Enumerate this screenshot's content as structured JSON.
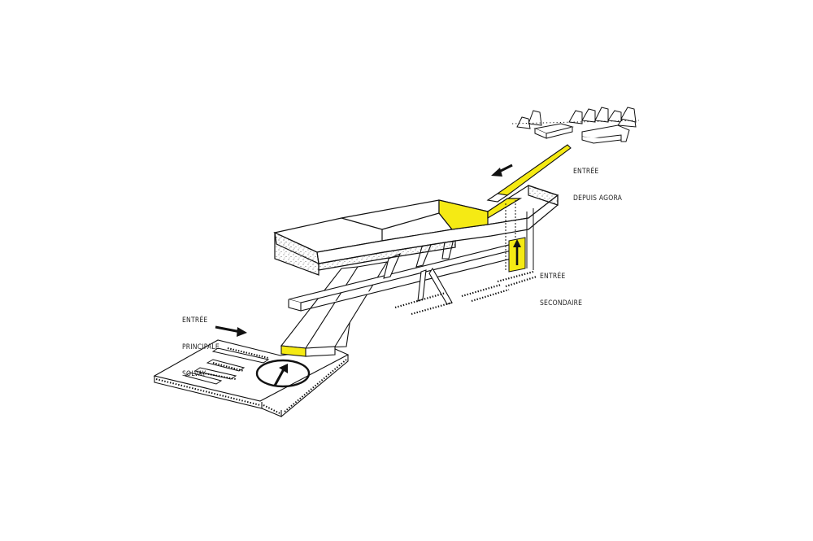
{
  "labels": {
    "agora": {
      "line1": "ENTRÉE",
      "line2": "DEPUIS AGORA"
    },
    "secondaire": {
      "line1": "ENTRÉE",
      "line2": "SECONDAIRE"
    },
    "principale": {
      "line1": "ENTRÉE",
      "line2": "PRINCIPALE",
      "line3": "SOLVAY"
    }
  },
  "colors": {
    "highlight": "#f5ea14",
    "line": "#111111",
    "background": "#ffffff"
  }
}
